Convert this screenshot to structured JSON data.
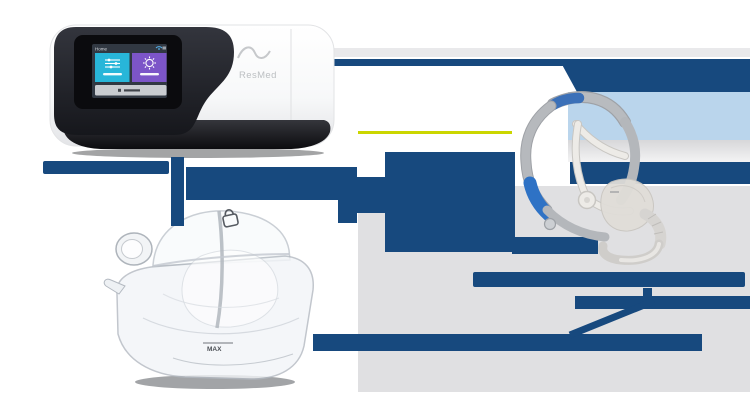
{
  "colors": {
    "bar-blue": "#17497E",
    "light-blue": "#BAD5EC",
    "panel-gray": "#E0E0E2",
    "band-gray": "#E9E9EB",
    "fade-gray": "#D7D7D9",
    "accent-yellow": "#CBD600",
    "tile-cyan": "#28B6D9",
    "tile-purple": "#7C55C8",
    "mask-blue": "#2E72C5",
    "headgear-blue": "#3B70B8"
  },
  "machine": {
    "brand": "ResMed",
    "screen": {
      "title": "Home"
    }
  },
  "chamber": {
    "max_label": "MAX"
  }
}
